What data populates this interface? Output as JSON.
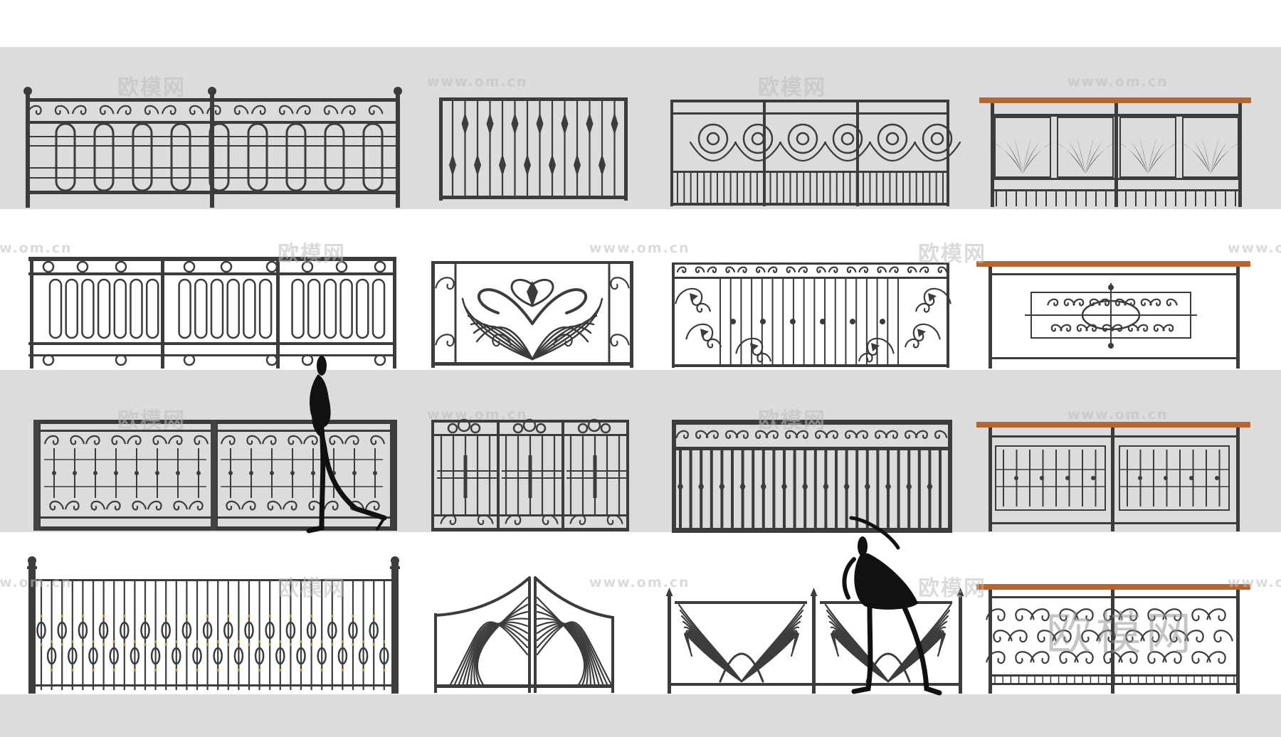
{
  "canvas": {
    "background": "#ffffff",
    "band_color": "#dcdcdc"
  },
  "colors": {
    "iron": "#3c3c3c",
    "rail_wood": "#b5652f",
    "figure": "#111111",
    "accent_gold": "#c9a24a"
  },
  "watermark": {
    "brand": "欧模网",
    "url": "www.om.cn",
    "large_overlay": "欧模网"
  },
  "catalog": {
    "rows": [
      {
        "panels": [
          {
            "name": "scroll-wave-top-oval-bars"
          },
          {
            "name": "spear-twist-vertical-bars"
          },
          {
            "name": "circle-loop-frieze"
          },
          {
            "name": "leaf-motif-wood-handrail"
          }
        ]
      },
      {
        "panels": [
          {
            "name": "oval-loop-with-rings"
          },
          {
            "name": "heart-baroque-scroll"
          },
          {
            "name": "scroll-corner-vertical-bars"
          },
          {
            "name": "central-ornament-wood-handrail"
          }
        ]
      },
      {
        "panels": [
          {
            "name": "double-frame-scroll-pattern"
          },
          {
            "name": "ring-crest-cross-bars"
          },
          {
            "name": "scroll-frieze-picket-bars"
          },
          {
            "name": "twin-inset-wood-handrail"
          }
        ]
      },
      {
        "panels": [
          {
            "name": "twisted-balusters-with-finials"
          },
          {
            "name": "arched-branch-gate"
          },
          {
            "name": "organic-branch-panels"
          },
          {
            "name": "floral-scroll-wood-handrail"
          }
        ]
      }
    ],
    "figures": [
      {
        "name": "stick-figure-walking"
      },
      {
        "name": "stick-figure-leaning"
      }
    ]
  }
}
